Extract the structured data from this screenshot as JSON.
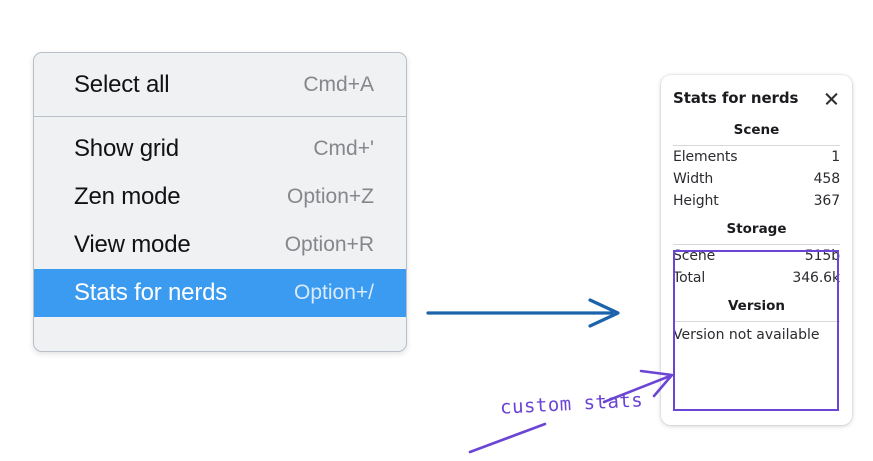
{
  "context_menu": {
    "groups": [
      {
        "items": [
          {
            "label": "Select all",
            "shortcut": "Cmd+A",
            "selected": false
          }
        ]
      },
      {
        "items": [
          {
            "label": "Show grid",
            "shortcut": "Cmd+'",
            "selected": false
          },
          {
            "label": "Zen mode",
            "shortcut": "Option+Z",
            "selected": false
          },
          {
            "label": "View mode",
            "shortcut": "Option+R",
            "selected": false
          },
          {
            "label": "Stats for nerds",
            "shortcut": "Option+/",
            "selected": true
          }
        ]
      }
    ],
    "highlight_color": "#3b9bf0"
  },
  "stats_panel": {
    "title": "Stats for nerds",
    "close_icon": "close-icon",
    "sections": [
      {
        "title": "Scene",
        "rows": [
          {
            "key": "Elements",
            "value": "1"
          },
          {
            "key": "Width",
            "value": "458"
          },
          {
            "key": "Height",
            "value": "367"
          }
        ]
      },
      {
        "title": "Storage",
        "rows": [
          {
            "key": "Scene",
            "value": "515b"
          },
          {
            "key": "Total",
            "value": "346.6k"
          }
        ]
      },
      {
        "title": "Version",
        "single_row": "Version not available"
      }
    ]
  },
  "annotations": {
    "handwritten_note": "custom stats",
    "note_color": "#6b45d4",
    "arrow_color": "#1b63ab",
    "highlight_box_color": "#6b45d4"
  }
}
